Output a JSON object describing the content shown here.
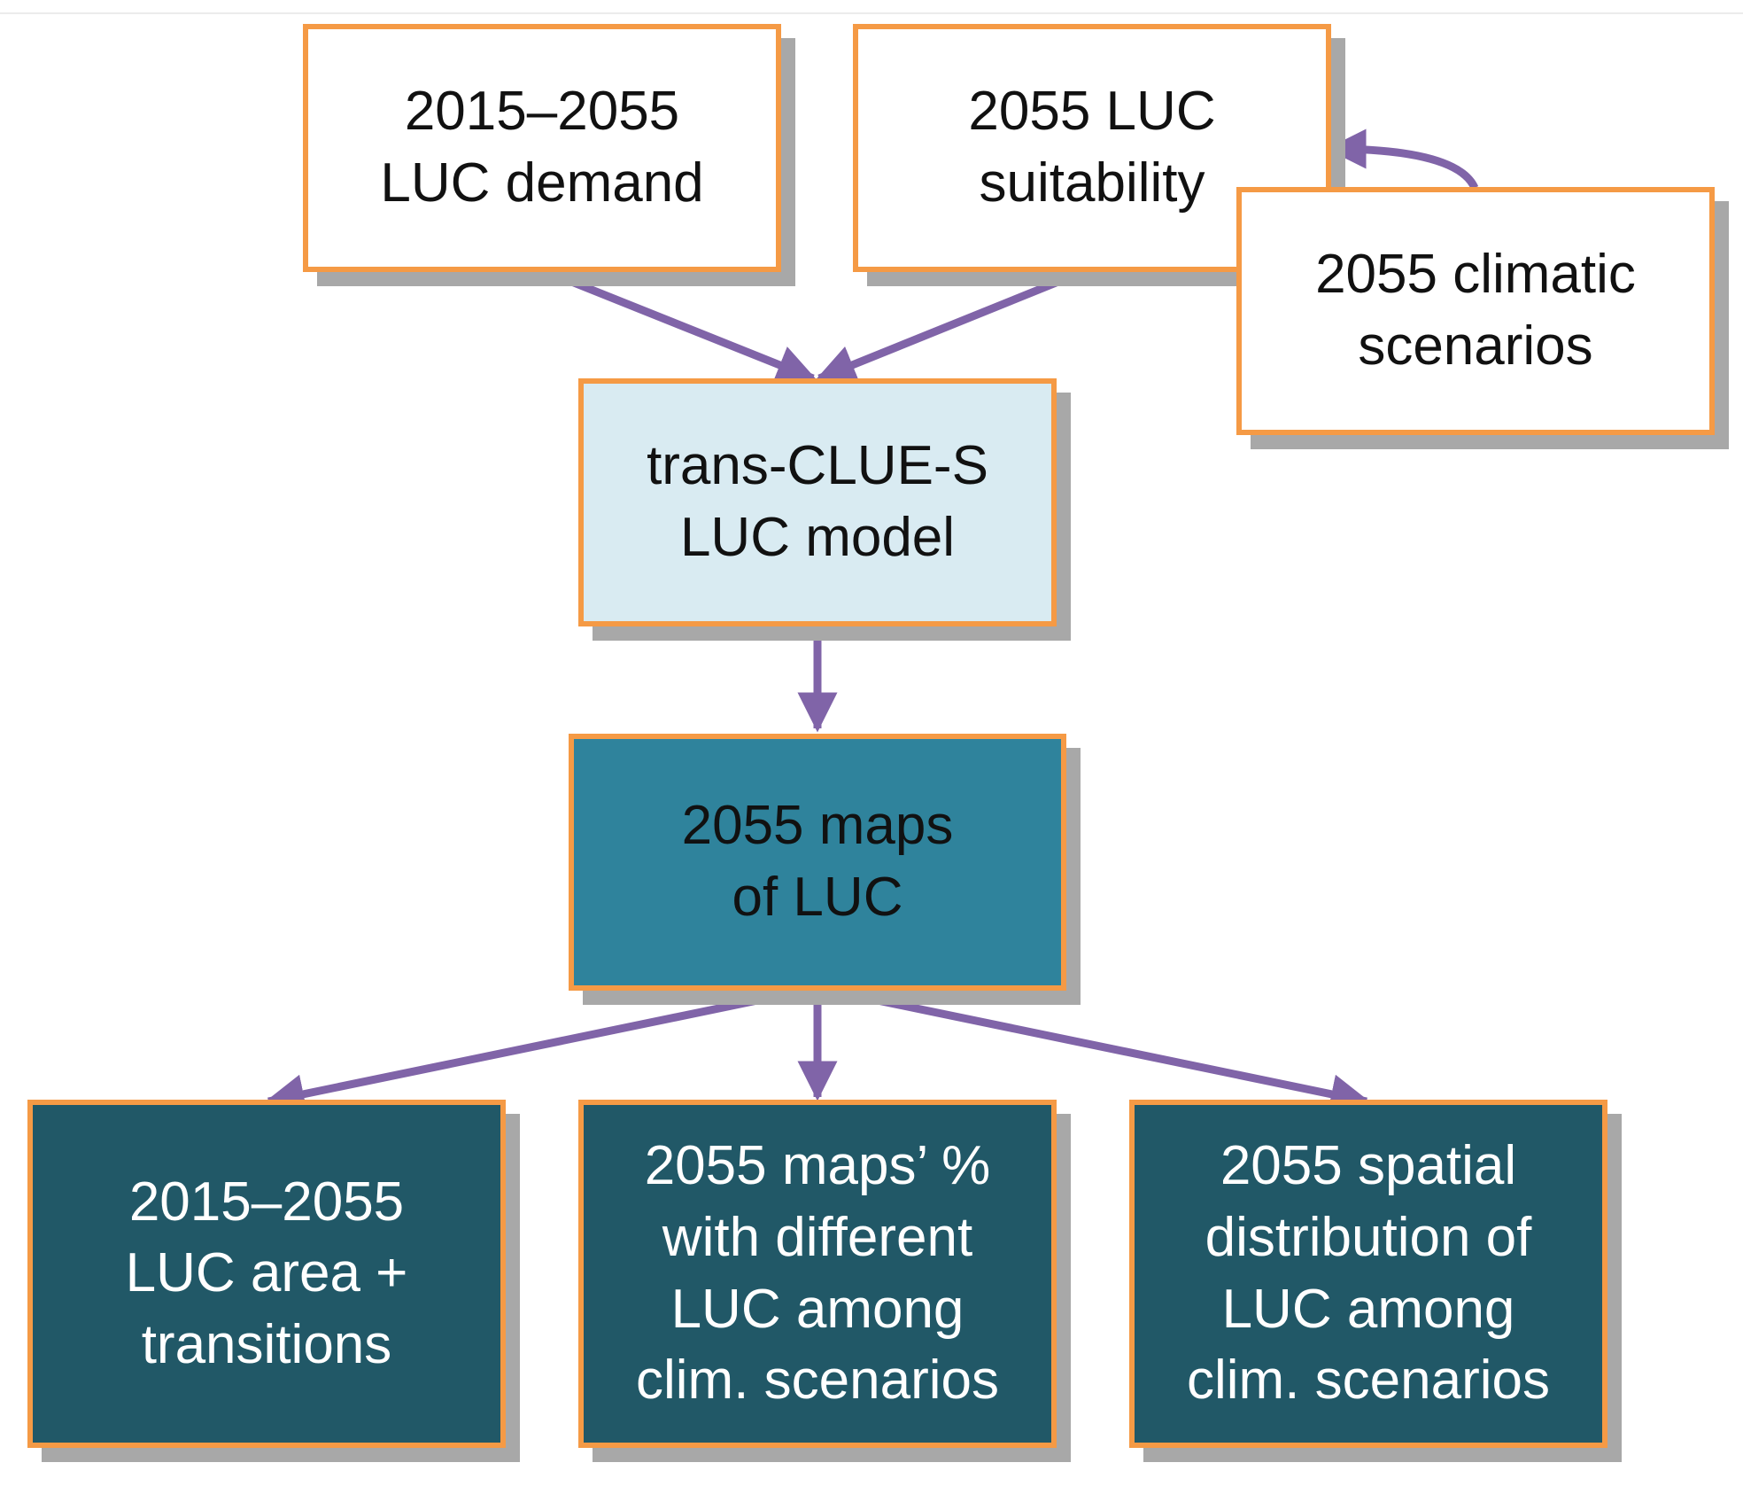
{
  "nodes": {
    "luc_demand": "2015–2055\nLUC demand",
    "luc_suitability": "2055 LUC\nsuitability",
    "climatic_scenarios": "2055 climatic\nscenarios",
    "clue_model": "trans-CLUE-S\nLUC model",
    "maps_luc": "2055 maps\nof LUC",
    "area_transitions": "2015–2055\nLUC area +\ntransitions",
    "maps_percent": "2055 maps’ %\nwith different\nLUC among\nclim. scenarios",
    "spatial_distribution": "2055 spatial\ndistribution of\nLUC among\nclim. scenarios"
  },
  "colors": {
    "border": "#f59a45",
    "shadow": "#a8a8a8",
    "arrow": "#8064a8",
    "light_fill": "#d9ebf2",
    "teal_fill": "#2f839c",
    "dark_fill": "#215867"
  }
}
